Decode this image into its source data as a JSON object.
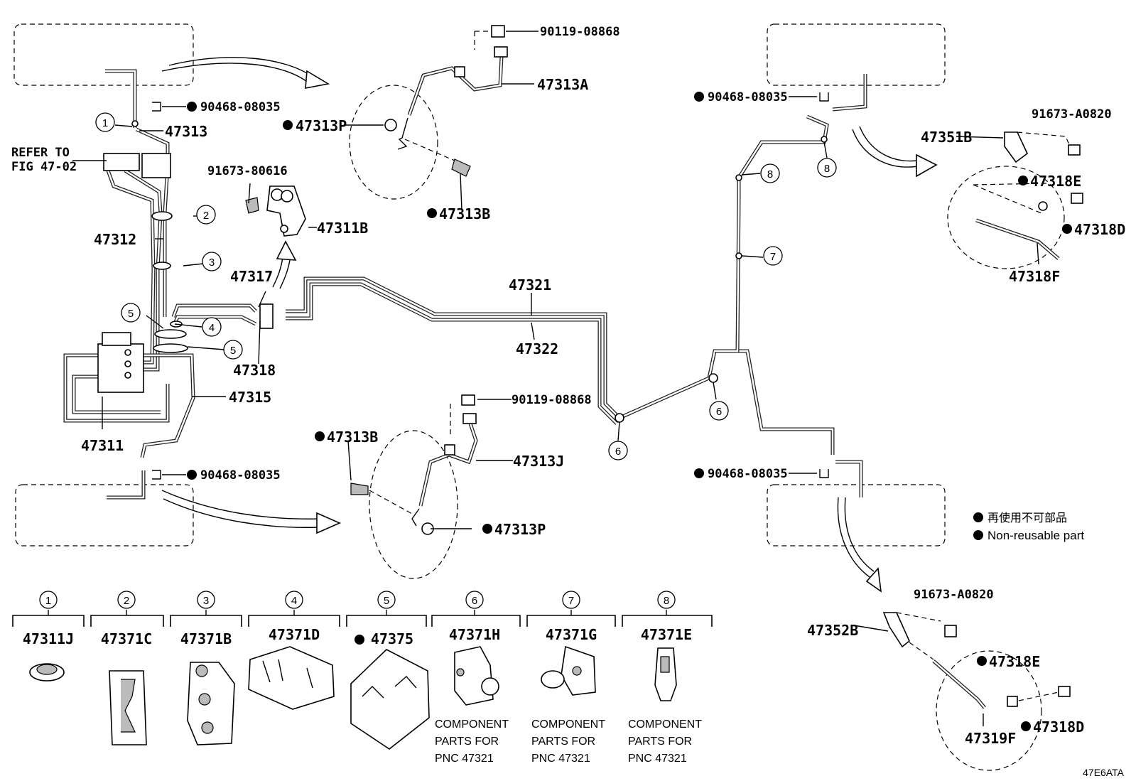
{
  "diagram_id": "47E6ATA",
  "refer_note": [
    "REFER TO",
    "FIG 47-02"
  ],
  "legend": {
    "jp": "再使用不可部品",
    "en": "Non-reusable part"
  },
  "callouts": [
    {
      "id": "c-90119-top",
      "text": "90119-08868",
      "nonreusable": false
    },
    {
      "id": "c-47313a",
      "text": "47313A",
      "nonreusable": false
    },
    {
      "id": "c-90468-tl",
      "text": "90468-08035",
      "nonreusable": true
    },
    {
      "id": "c-47313",
      "text": "47313",
      "nonreusable": false
    },
    {
      "id": "c-47313p-top",
      "text": "47313P",
      "nonreusable": true
    },
    {
      "id": "c-91673-80616",
      "text": "91673-80616",
      "nonreusable": false
    },
    {
      "id": "c-47313b-top",
      "text": "47313B",
      "nonreusable": true
    },
    {
      "id": "c-47311b",
      "text": "47311B",
      "nonreusable": false
    },
    {
      "id": "c-47312",
      "text": "47312",
      "nonreusable": false
    },
    {
      "id": "c-47317",
      "text": "47317",
      "nonreusable": false
    },
    {
      "id": "c-47321",
      "text": "47321",
      "nonreusable": false
    },
    {
      "id": "c-47322",
      "text": "47322",
      "nonreusable": false
    },
    {
      "id": "c-47318",
      "text": "47318",
      "nonreusable": false
    },
    {
      "id": "c-47315",
      "text": "47315",
      "nonreusable": false
    },
    {
      "id": "c-47311",
      "text": "47311",
      "nonreusable": false
    },
    {
      "id": "c-90468-bl",
      "text": "90468-08035",
      "nonreusable": true
    },
    {
      "id": "c-90119-mid",
      "text": "90119-08868",
      "nonreusable": false
    },
    {
      "id": "c-47313b-mid",
      "text": "47313B",
      "nonreusable": true
    },
    {
      "id": "c-47313j",
      "text": "47313J",
      "nonreusable": false
    },
    {
      "id": "c-47313p-mid",
      "text": "47313P",
      "nonreusable": true
    },
    {
      "id": "c-90468-tr",
      "text": "90468-08035",
      "nonreusable": true
    },
    {
      "id": "c-91673-a0820-top",
      "text": "91673-A0820",
      "nonreusable": false
    },
    {
      "id": "c-47351b",
      "text": "47351B",
      "nonreusable": false
    },
    {
      "id": "c-47318e-top",
      "text": "47318E",
      "nonreusable": true
    },
    {
      "id": "c-47318d-top",
      "text": "47318D",
      "nonreusable": true
    },
    {
      "id": "c-47318f",
      "text": "47318F",
      "nonreusable": false
    },
    {
      "id": "c-90468-br",
      "text": "90468-08035",
      "nonreusable": true
    },
    {
      "id": "c-91673-a0820-bot",
      "text": "91673-A0820",
      "nonreusable": false
    },
    {
      "id": "c-47352b",
      "text": "47352B",
      "nonreusable": false
    },
    {
      "id": "c-47318e-bot",
      "text": "47318E",
      "nonreusable": true
    },
    {
      "id": "c-47319f",
      "text": "47319F",
      "nonreusable": false
    },
    {
      "id": "c-47318d-bot",
      "text": "47318D",
      "nonreusable": true
    }
  ],
  "circled_numbers": [
    "1",
    "2",
    "3",
    "4",
    "5",
    "5",
    "6",
    "6",
    "7",
    "8",
    "8"
  ],
  "clip_key": [
    {
      "num": "1",
      "part": "47311J",
      "nonreusable": false,
      "note": []
    },
    {
      "num": "2",
      "part": "47371C",
      "nonreusable": false,
      "note": []
    },
    {
      "num": "3",
      "part": "47371B",
      "nonreusable": false,
      "note": []
    },
    {
      "num": "4",
      "part": "47371D",
      "nonreusable": false,
      "note": []
    },
    {
      "num": "5",
      "part": "47375",
      "nonreusable": true,
      "note": []
    },
    {
      "num": "6",
      "part": "47371H",
      "nonreusable": false,
      "note": [
        "COMPONENT",
        "PARTS FOR",
        "PNC 47321"
      ]
    },
    {
      "num": "7",
      "part": "47371G",
      "nonreusable": false,
      "note": [
        "COMPONENT",
        "PARTS FOR",
        "PNC 47321"
      ]
    },
    {
      "num": "8",
      "part": "47371E",
      "nonreusable": false,
      "note": [
        "COMPONENT",
        "PARTS FOR",
        "PNC 47321"
      ]
    }
  ]
}
